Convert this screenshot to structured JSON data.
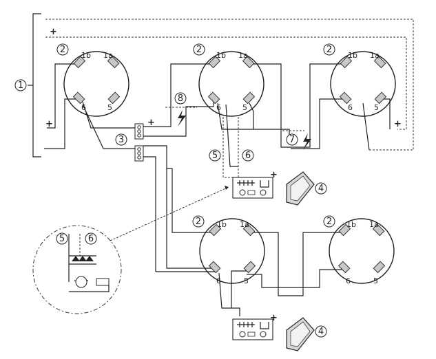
{
  "callouts": {
    "c1": "1",
    "c2": "2",
    "c3": "3",
    "c4": "4",
    "c5": "5",
    "c6": "6",
    "c7": "7",
    "c8": "8"
  },
  "terminals": {
    "t1b": "1b",
    "t1a": "1a",
    "t6": "6",
    "t5": "5"
  },
  "signs": {
    "plus": "+"
  },
  "colors": {
    "line": "#1f1f1f",
    "terminal": "#c8c8c8",
    "background": "#ffffff"
  }
}
